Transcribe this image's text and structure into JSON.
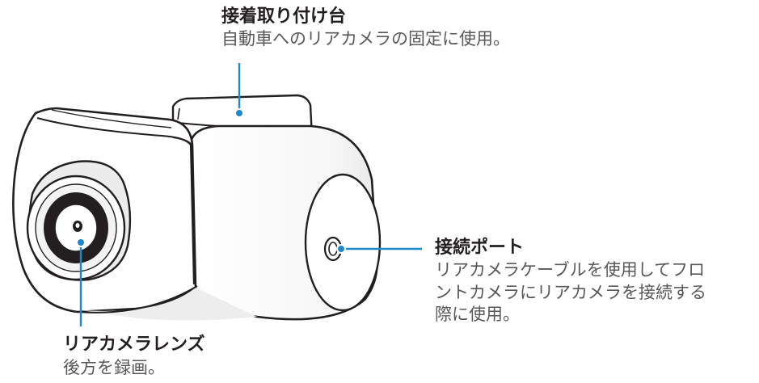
{
  "callouts": {
    "mount": {
      "title": "接着取り付け台",
      "description": "自動車へのリアカメラの固定に使用。"
    },
    "port": {
      "title": "接続ポート",
      "description": "リアカメラケーブルを使用してフロ\nントカメラにリアカメラを接続する\n際に使用。"
    },
    "lens": {
      "title": "リアカメラレンズ",
      "description": "後方を録画。"
    }
  },
  "colors": {
    "accent": "#1e88c8",
    "outline": "#231f20",
    "shade": "#e8e8e9",
    "text_dark": "#231f20",
    "text_gray": "#58585a"
  }
}
